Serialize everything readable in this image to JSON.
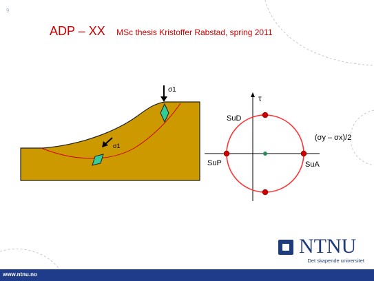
{
  "slide": {
    "number": "9",
    "title": "ADP – XX",
    "subtitle": "MSc thesis Kristoffer Rabstad, spring 2011"
  },
  "slope_diagram": {
    "stress_label_top": "σ1",
    "stress_label_low": "σ1"
  },
  "mohr_circle": {
    "tau_label": "τ",
    "label_top": "SuD",
    "label_left": "SuP",
    "label_right": "SuA",
    "radius_label": "(σy – σx)/2"
  },
  "logo": {
    "word": "NTNU",
    "tagline": "Det skapende universitet"
  },
  "footer": {
    "url": "www.ntnu.no"
  },
  "colors": {
    "title": "#cc0000",
    "soil": "#cc9900",
    "circle": "#ff3333",
    "points": "#cc0000",
    "element": "#33cc99",
    "brand": "#1f3c7a"
  }
}
